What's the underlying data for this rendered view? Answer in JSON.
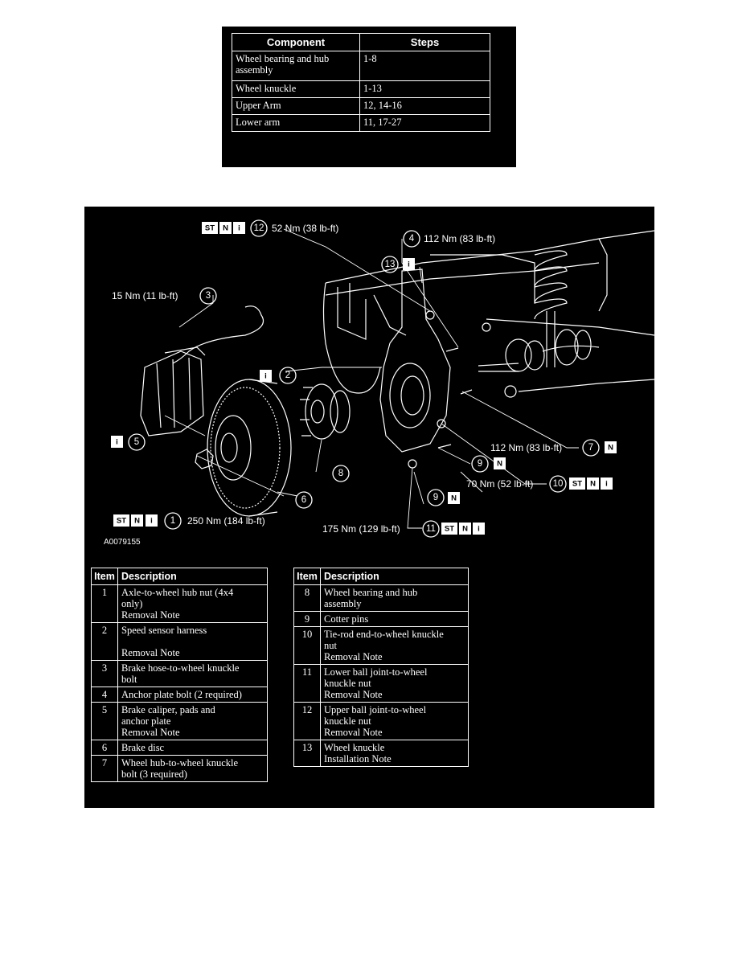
{
  "steps_table": {
    "headers": [
      "Component",
      "Steps"
    ],
    "rows": [
      {
        "component": "Wheel bearing and hub assembly",
        "steps": "1-8"
      },
      {
        "component": "Wheel knuckle",
        "steps": "1-13"
      },
      {
        "component": "Upper Arm",
        "steps": "12, 14-16"
      },
      {
        "component": "Lower arm",
        "steps": "11, 17-27"
      }
    ]
  },
  "diagram": {
    "figure_id": "A0079155",
    "badges": {
      "special_tool": "ST",
      "new_part": "N",
      "info": "i"
    },
    "callouts": {
      "c12": {
        "num": "12",
        "torque": "52 Nm (38 lb-ft)"
      },
      "c4": {
        "num": "4",
        "torque": "112 Nm (83 lb-ft)"
      },
      "c13": {
        "num": "13"
      },
      "c3": {
        "num": "3",
        "torque": "15 Nm (11 lb-ft)"
      },
      "c2": {
        "num": "2"
      },
      "c5": {
        "num": "5"
      },
      "c8": {
        "num": "8"
      },
      "c6": {
        "num": "6"
      },
      "c7": {
        "num": "7",
        "torque": "112 Nm (83 lb-ft)"
      },
      "c9a": {
        "num": "9"
      },
      "c9b": {
        "num": "9"
      },
      "c10": {
        "num": "10",
        "torque": "70 Nm (52 lb-ft)"
      },
      "c1": {
        "num": "1",
        "torque": "250 Nm (184 lb-ft)"
      },
      "c11": {
        "num": "11",
        "torque": "175 Nm (129 lb-ft)"
      }
    }
  },
  "items_table": {
    "headers": [
      "Item",
      "Description"
    ],
    "left": [
      {
        "item": "1",
        "lines": [
          "Axle-to-wheel hub nut (4x4",
          "only)",
          "Removal Note"
        ]
      },
      {
        "item": "2",
        "lines": [
          "Speed sensor harness",
          "",
          "Removal Note"
        ]
      },
      {
        "item": "3",
        "lines": [
          "Brake hose-to-wheel knuckle",
          "bolt"
        ]
      },
      {
        "item": "4",
        "lines": [
          "Anchor plate bolt (2 required)"
        ]
      },
      {
        "item": "5",
        "lines": [
          "Brake caliper, pads and",
          "anchor plate",
          "Removal Note"
        ]
      },
      {
        "item": "6",
        "lines": [
          "Brake disc"
        ]
      },
      {
        "item": "7",
        "lines": [
          "Wheel hub-to-wheel knuckle",
          "bolt (3 required)"
        ]
      }
    ],
    "right": [
      {
        "item": "8",
        "lines": [
          "Wheel bearing and hub",
          "assembly"
        ]
      },
      {
        "item": "9",
        "lines": [
          "Cotter pins"
        ]
      },
      {
        "item": "10",
        "lines": [
          "Tie-rod end-to-wheel knuckle",
          "nut",
          "Removal Note"
        ]
      },
      {
        "item": "11",
        "lines": [
          "Lower ball joint-to-wheel",
          "knuckle nut",
          "Removal Note"
        ]
      },
      {
        "item": "12",
        "lines": [
          "Upper ball joint-to-wheel",
          "knuckle nut",
          "Removal Note"
        ]
      },
      {
        "item": "13",
        "lines": [
          "Wheel knuckle",
          "Installation Note"
        ]
      }
    ]
  }
}
